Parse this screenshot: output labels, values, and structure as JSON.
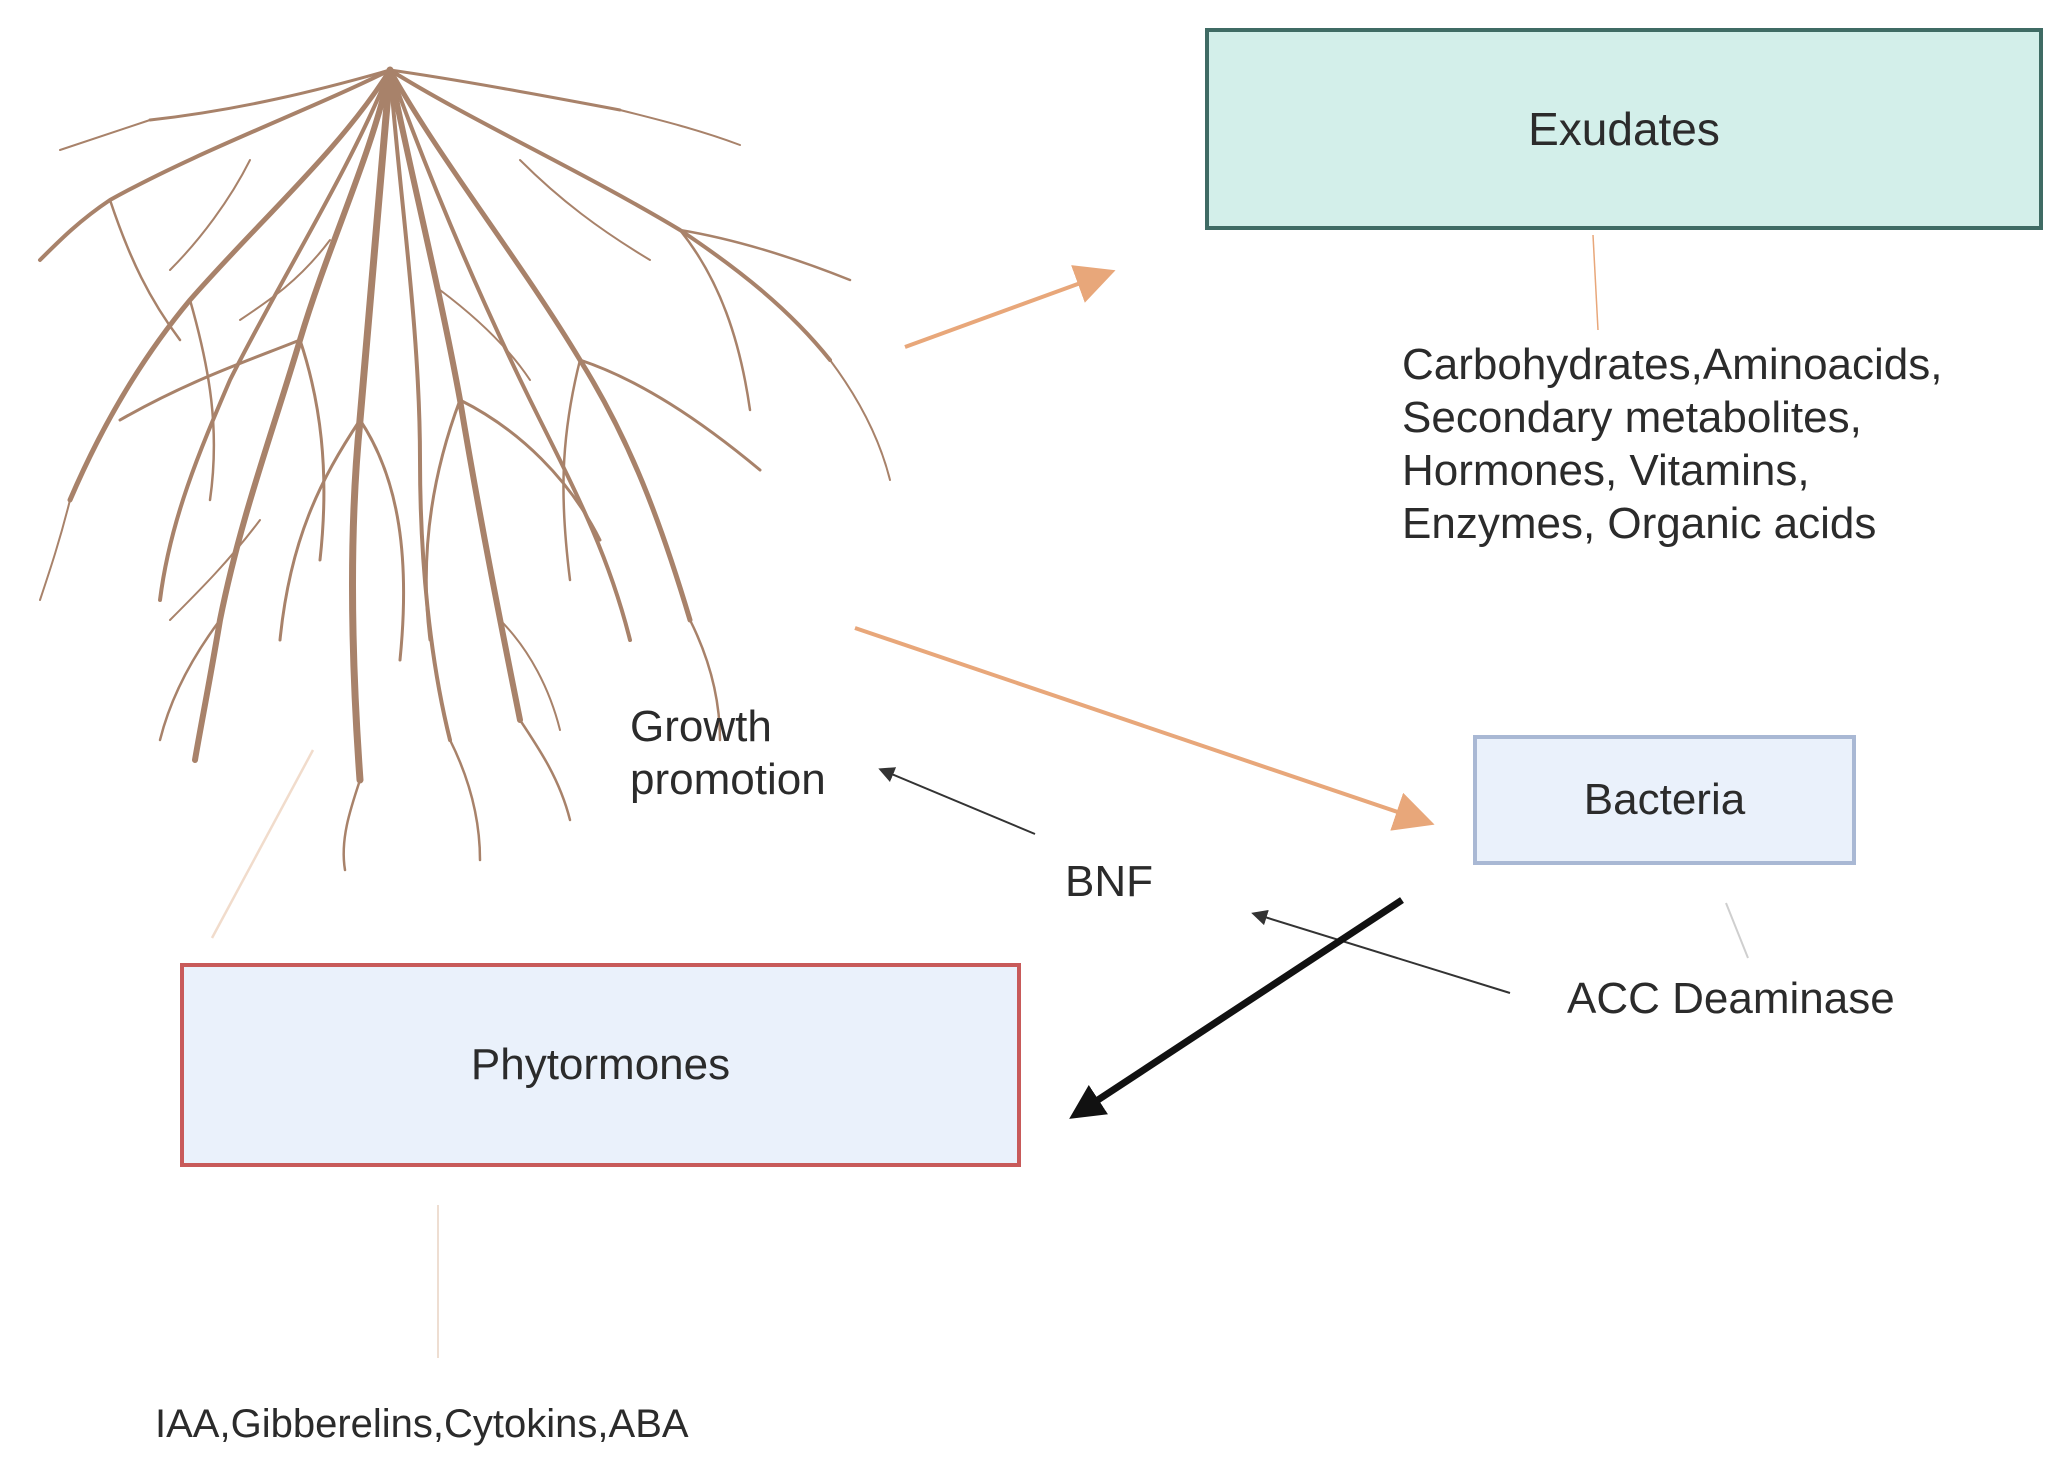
{
  "nodes": {
    "exudates": "Exudates",
    "bacteria": "Bacteria",
    "phytohormones": "Phytormones"
  },
  "exudate_products": [
    "Carbohydrates,Aminoacids,",
    "Secondary metabolites,",
    "Hormones, Vitamins,",
    "Enzymes, Organic acids"
  ],
  "labels": {
    "growth_promotion": "Growth promotion",
    "bnf": "BNF",
    "acc_deaminase": "ACC Deaminase",
    "phytohormone_list": "IAA,Gibberelins,Cytokins,ABA"
  },
  "colors": {
    "root": "#a8826a",
    "arrow_orange": "#e8a77a",
    "exudates_fill": "#d3efea",
    "exudates_border": "#3f6b64",
    "bacteria_fill": "#eaf1fb",
    "bacteria_border": "#a9b8d4",
    "phyto_fill": "#eaf1fb",
    "phyto_border": "#c85a5a"
  }
}
